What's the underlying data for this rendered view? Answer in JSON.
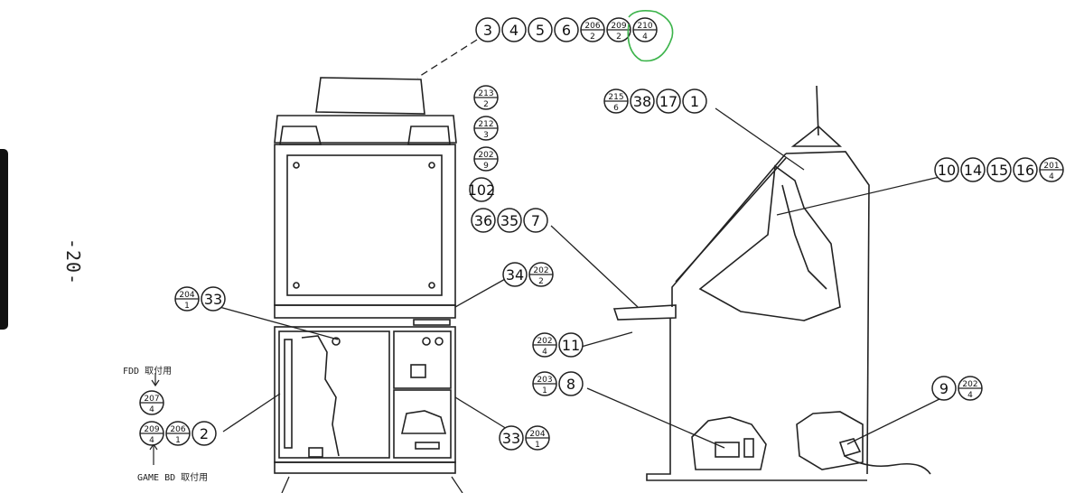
{
  "page_number": "-20-",
  "notes": {
    "fdd": "FDD 取付用",
    "game_bd": "GAME BD 取付用"
  },
  "callouts": [
    {
      "id": "top",
      "labels": [
        "3",
        "4",
        "5",
        "6",
        "206/2",
        "209/2",
        "210/4"
      ]
    },
    {
      "id": "stack1",
      "labels": [
        "213/2"
      ]
    },
    {
      "id": "stack2",
      "labels": [
        "212/3"
      ]
    },
    {
      "id": "stack3",
      "labels": [
        "202/9"
      ]
    },
    {
      "id": "stack4",
      "labels": [
        "102"
      ]
    },
    {
      "id": "stack5",
      "labels": [
        "36",
        "35",
        "7"
      ]
    },
    {
      "id": "mid-right",
      "labels": [
        "34",
        "202/2"
      ]
    },
    {
      "id": "left-upper",
      "labels": [
        "204/1",
        "33"
      ]
    },
    {
      "id": "left-lower",
      "labels": [
        "207/4"
      ]
    },
    {
      "id": "left-row",
      "labels": [
        "209/4",
        "206/1",
        "2"
      ]
    },
    {
      "id": "bottom-mid",
      "labels": [
        "33",
        "204/1"
      ]
    },
    {
      "id": "side-top",
      "labels": [
        "215/6",
        "38",
        "17",
        "1"
      ]
    },
    {
      "id": "side-right",
      "labels": [
        "10",
        "14",
        "15",
        "16",
        "201/4"
      ]
    },
    {
      "id": "side-11",
      "labels": [
        "202/4",
        "11"
      ]
    },
    {
      "id": "side-8",
      "labels": [
        "203/1",
        "8"
      ]
    },
    {
      "id": "side-9",
      "labels": [
        "9",
        "202/4"
      ]
    }
  ],
  "highlight": {
    "label": "210/4",
    "color": "#3cb44b"
  }
}
